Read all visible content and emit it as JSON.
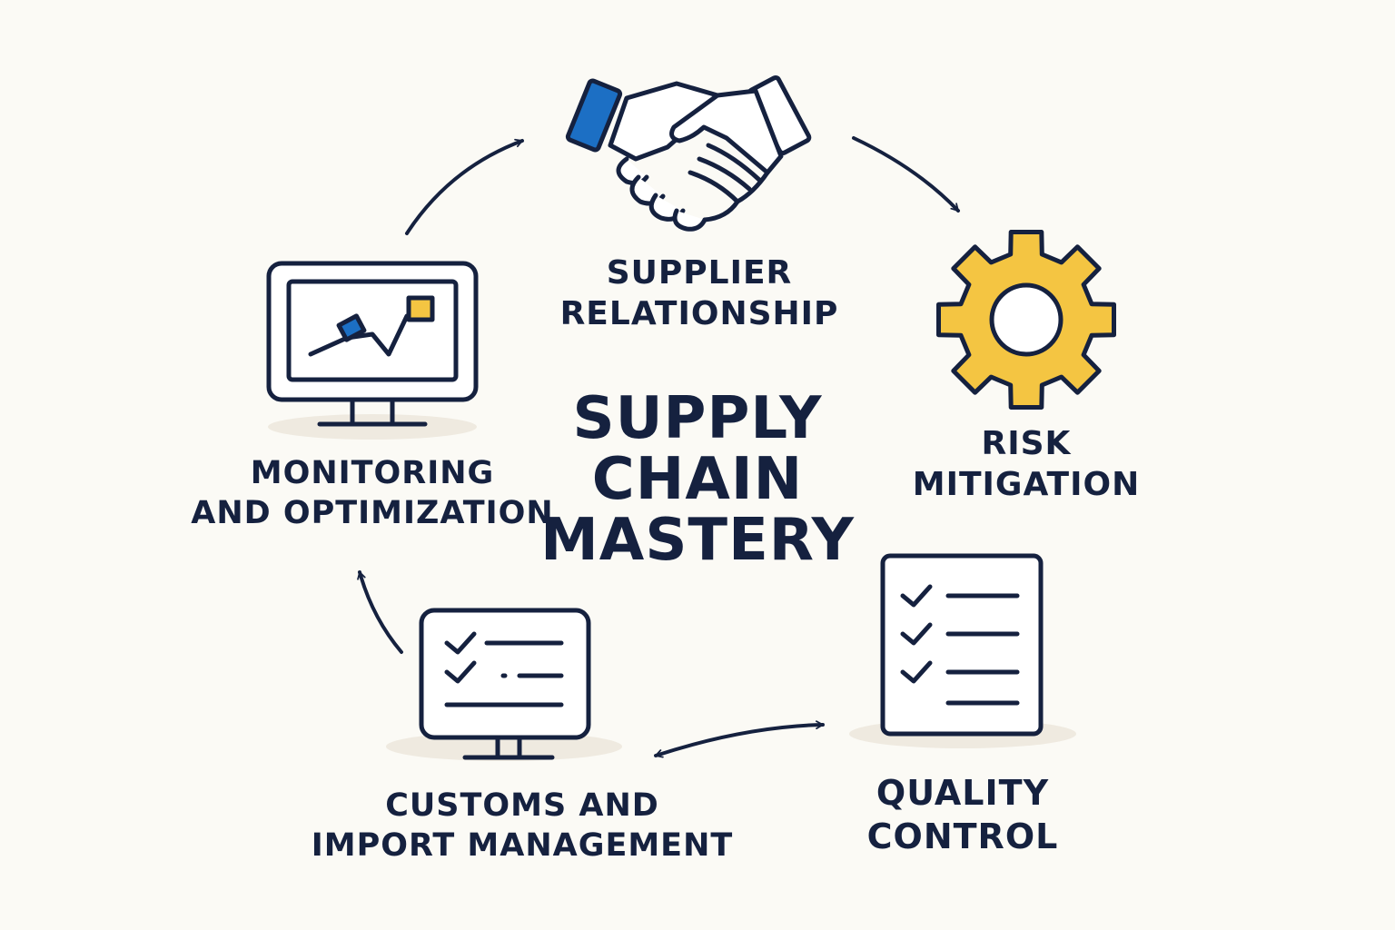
{
  "title": {
    "lines": [
      "SUPPLY",
      "CHAIN",
      "MASTERY"
    ]
  },
  "stages": {
    "supplier": {
      "lines": [
        "SUPPLIER",
        "RELATIONSHIP"
      ],
      "icon": "handshake-icon"
    },
    "risk": {
      "lines": [
        "RISK",
        "MITIGATION"
      ],
      "icon": "gear-icon"
    },
    "quality": {
      "lines": [
        "QUALITY",
        "CONTROL"
      ],
      "icon": "checklist-icon"
    },
    "customs": {
      "lines": [
        "CUSTOMS AND",
        "IMPORT MANAGEMENT"
      ],
      "icon": "monitor-checklist-icon"
    },
    "monitoring": {
      "lines": [
        "MONITORING",
        "AND OPTIMIZATION"
      ],
      "icon": "monitor-chart-icon"
    }
  },
  "colors": {
    "background": "#FBFAF5",
    "ink": "#15213F",
    "blue": "#1C6FC4",
    "yellow": "#F4C542",
    "shadow": "#EFEAE0"
  }
}
